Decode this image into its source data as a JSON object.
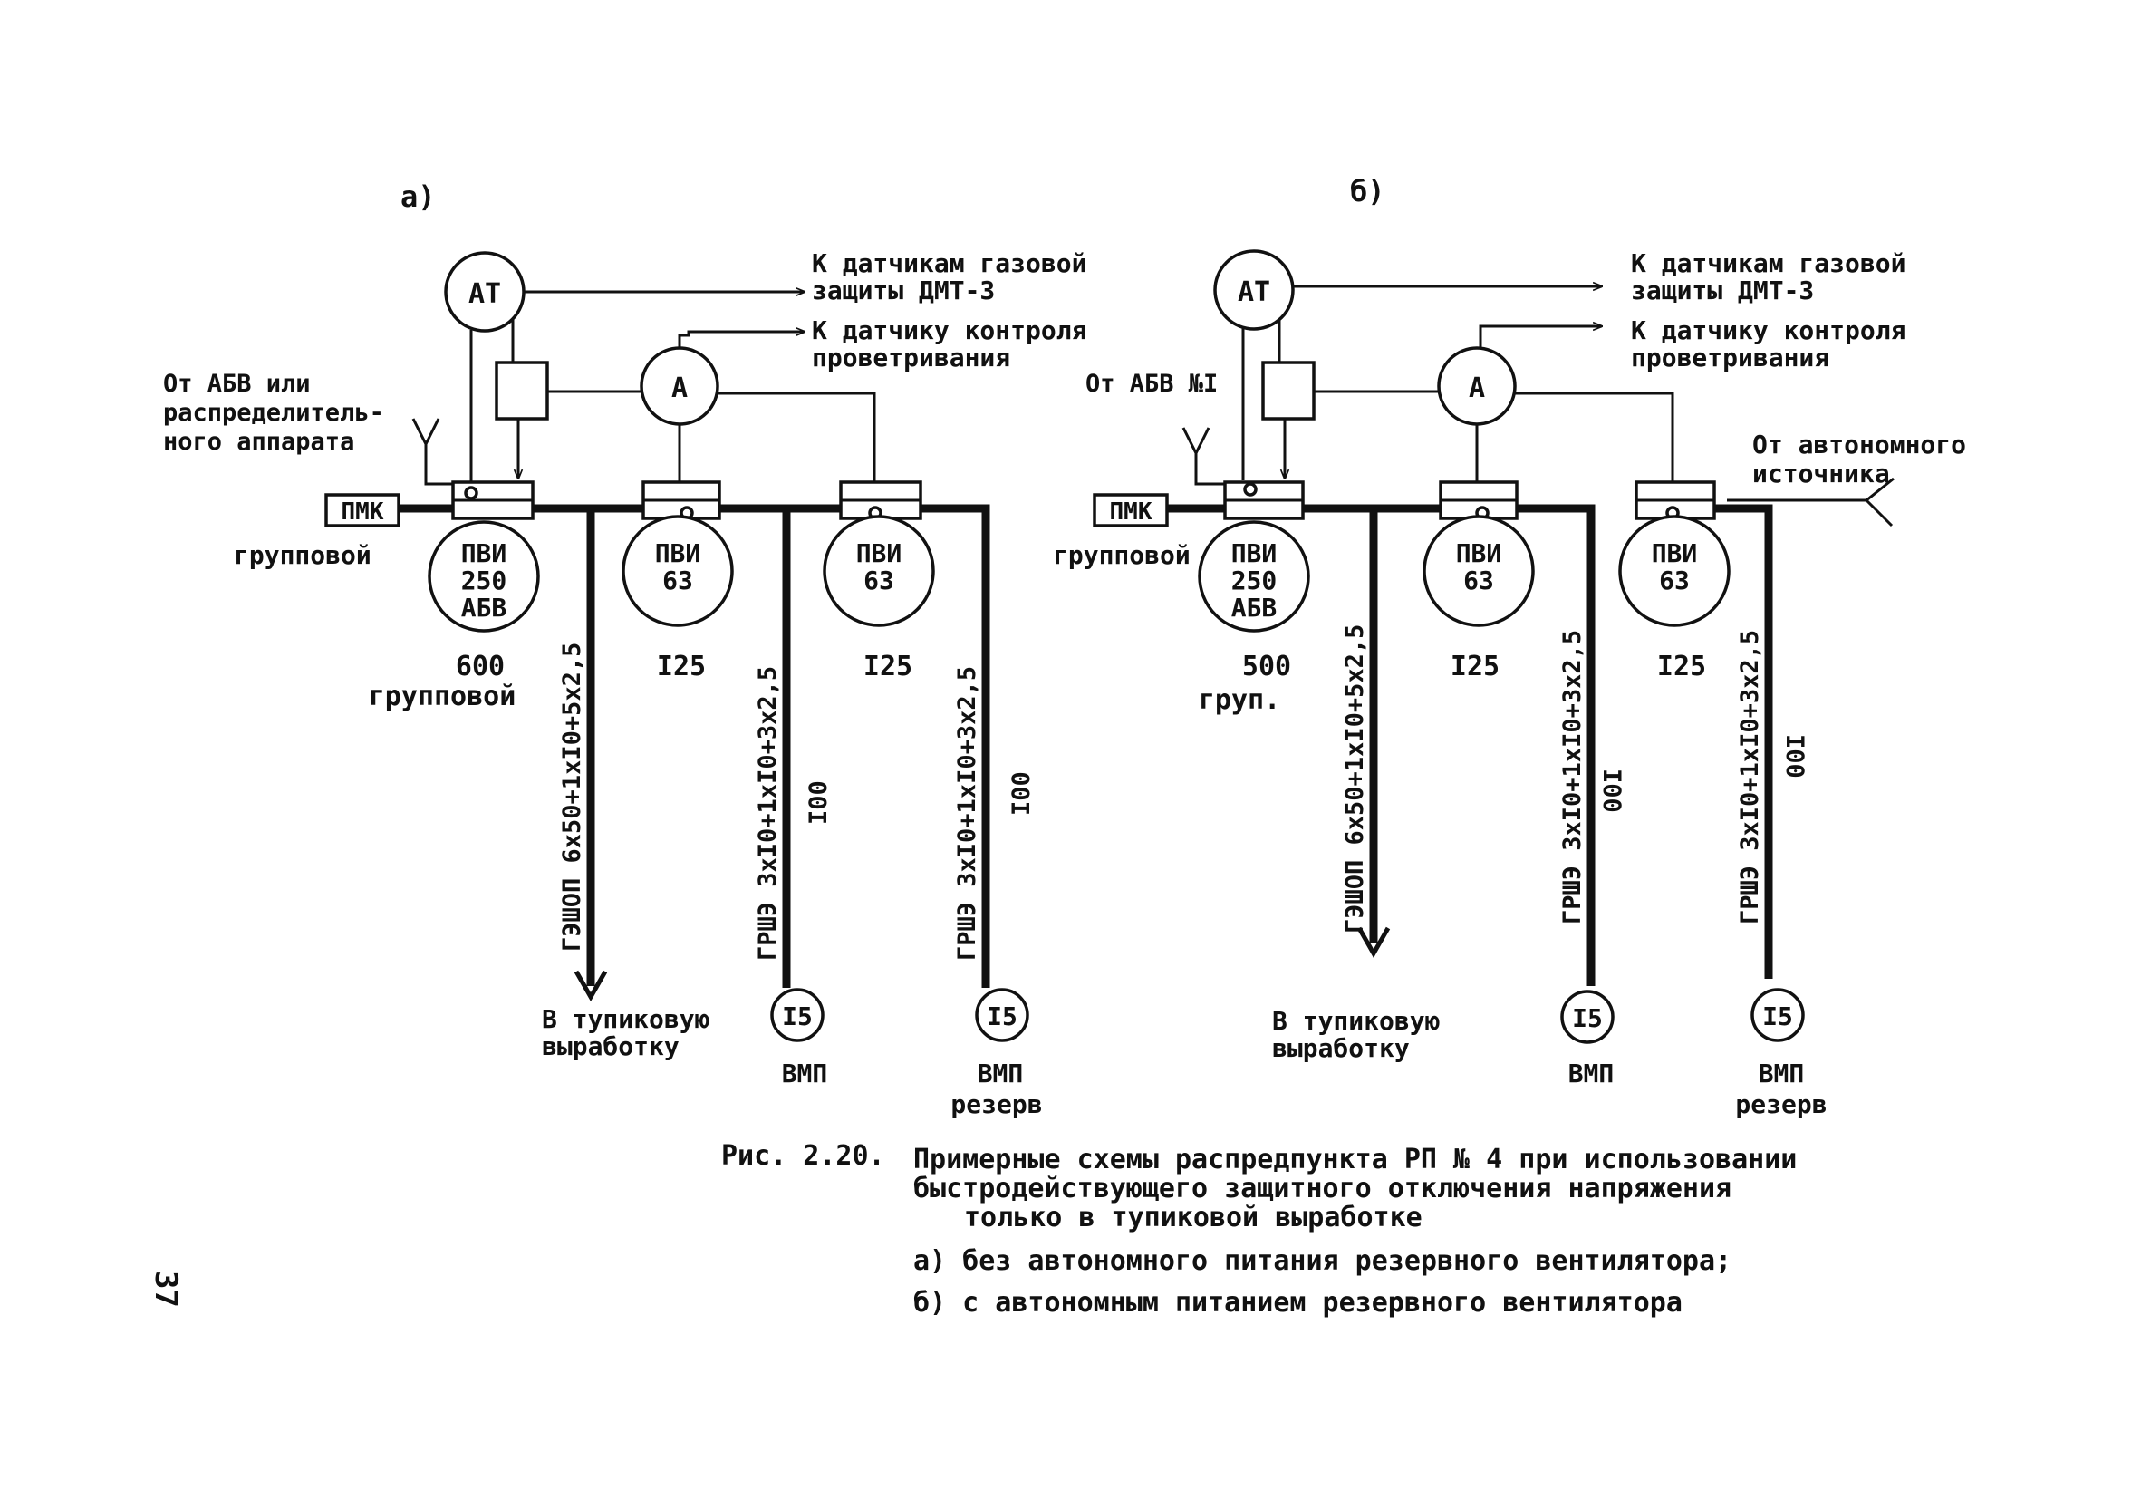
{
  "panel_a": {
    "label": "а)",
    "at": "АТ",
    "a": "А",
    "to_gas_sensors_1": "К датчикам газовой",
    "to_gas_sensors_2": "защиты ДМТ-3",
    "to_vent_sensor_1": "К датчику контроля",
    "to_vent_sensor_2": "проветривания",
    "source_1": "От АБВ или",
    "source_2": "распределитель-",
    "source_3": "ного аппарата",
    "pmk": "ПМК",
    "group_word": "групповой",
    "units": [
      {
        "l1": "ПВИ",
        "l2": "250",
        "l3": "АБВ",
        "rating": "600",
        "rating2": "групповой"
      },
      {
        "l1": "ПВИ",
        "l2": "63",
        "l3": "",
        "rating": "I25",
        "rating2": ""
      },
      {
        "l1": "ПВИ",
        "l2": "63",
        "l3": "",
        "rating": "I25",
        "rating2": ""
      }
    ],
    "cables": [
      "ГЭШОП 6х50+1хI0+5х2,5",
      "ГРШЭ 3хI0+1хI0+3х2,5",
      "ГРШЭ 3хI0+1хI0+3х2,5"
    ],
    "len_1": "I00",
    "len_2": "I00",
    "dead_end_1": "В тупиковую",
    "dead_end_2": "выработку",
    "fan_1": "I5",
    "fan_2": "I5",
    "vmp": "ВМП",
    "vmp2": "ВМП",
    "reserve": "резерв"
  },
  "panel_b": {
    "label": "б)",
    "at": "АТ",
    "a": "А",
    "to_gas_sensors_1": "К датчикам газовой",
    "to_gas_sensors_2": "защиты ДМТ-3",
    "to_vent_sensor_1": "К датчику контроля",
    "to_vent_sensor_2": "проветривания",
    "source": "От АБВ №I",
    "auto_source_1": "От автономного",
    "auto_source_2": "источника",
    "pmk": "ПМК",
    "group_word": "групповой",
    "units": [
      {
        "l1": "ПВИ",
        "l2": "250",
        "l3": "АБВ",
        "rating": "500",
        "rating2": "груп."
      },
      {
        "l1": "ПВИ",
        "l2": "63",
        "l3": "",
        "rating": "I25",
        "rating2": ""
      },
      {
        "l1": "ПВИ",
        "l2": "63",
        "l3": "",
        "rating": "I25",
        "rating2": ""
      }
    ],
    "cables": [
      "ГЭШОП 6х50+1хI0+5х2,5",
      "ГРШЭ 3хI0+1хI0+3х2,5",
      "ГРШЭ 3хI0+1хI0+3х2,5"
    ],
    "len_1": "I00",
    "len_2": "I00",
    "dead_end_1": "В тупиковую",
    "dead_end_2": "выработку",
    "fan_1": "I5",
    "fan_2": "I5",
    "vmp": "ВМП",
    "vmp2": "ВМП",
    "reserve": "резерв"
  },
  "caption": {
    "prefix": "Рис. 2.20.",
    "line1": "Примерные схемы распредпункта РП № 4 при использовании",
    "line2": "быстродействующего защитного отключения напряжения",
    "line3": "только в тупиковой выработке",
    "item_a": "а) без автономного питания резервного вентилятора;",
    "item_b": "б) с автономным питанием резервного вентилятора"
  },
  "page_number": "37"
}
